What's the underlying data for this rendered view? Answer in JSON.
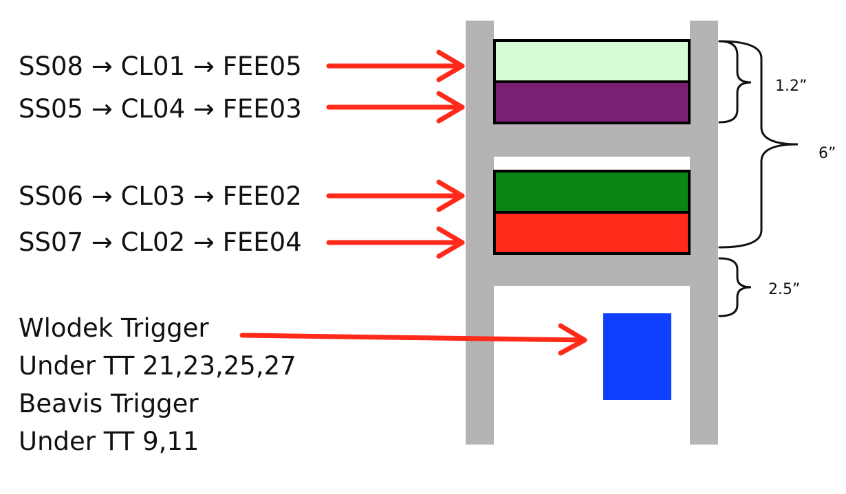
{
  "labels": {
    "row1": "SS08 → CL01 → FEE05",
    "row2": "SS05 → CL04 → FEE03",
    "row3": "SS06 → CL03 → FEE02",
    "row4": "SS07 → CL02 → FEE04"
  },
  "trigger_text": {
    "line1": "Wlodek Trigger",
    "line2": "Under TT 21,23,25,27",
    "line3": "Beavis Trigger",
    "line4": "Under TT 9,11"
  },
  "dimensions": {
    "small": "1.2”",
    "large": "6”",
    "gap": "2.5”"
  },
  "colors": {
    "frame": "#b4b4b4",
    "arrow": "#ff2a1a",
    "slot1": "#d7fbd5",
    "slot2": "#7b1f74",
    "slot3": "#0a8414",
    "slot4": "#ff2a1a",
    "trigger_box": "#1040ff"
  }
}
